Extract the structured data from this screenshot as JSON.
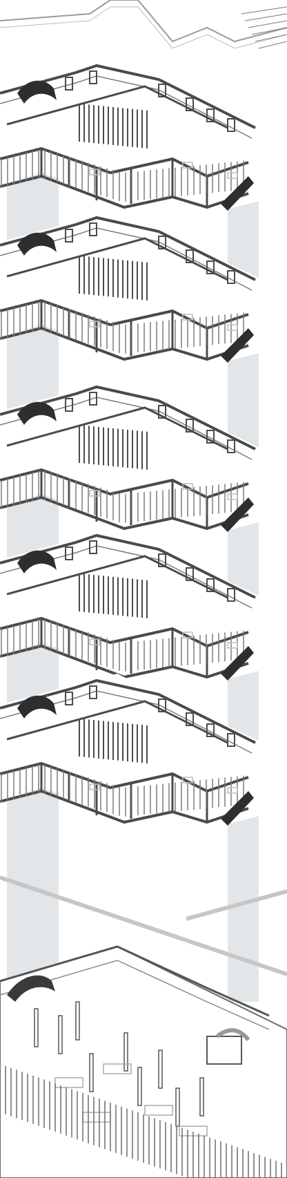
{
  "diagram": {
    "kind": "exploded-axonometric",
    "levels": [
      {
        "id": "roof"
      },
      {
        "id": "floor-5"
      },
      {
        "id": "floor-4"
      },
      {
        "id": "floor-3"
      },
      {
        "id": "floor-2"
      },
      {
        "id": "floor-1"
      },
      {
        "id": "ground"
      }
    ],
    "colors": {
      "wall": "#4a4a4a",
      "thin_line": "#7a7a7a",
      "core_shaft": "#e3e6e8",
      "shadow": "#bdbdbd",
      "stair": "#2e2e2e",
      "floor_fill": "#ffffff",
      "roof_line": "#9a9a9a"
    }
  }
}
